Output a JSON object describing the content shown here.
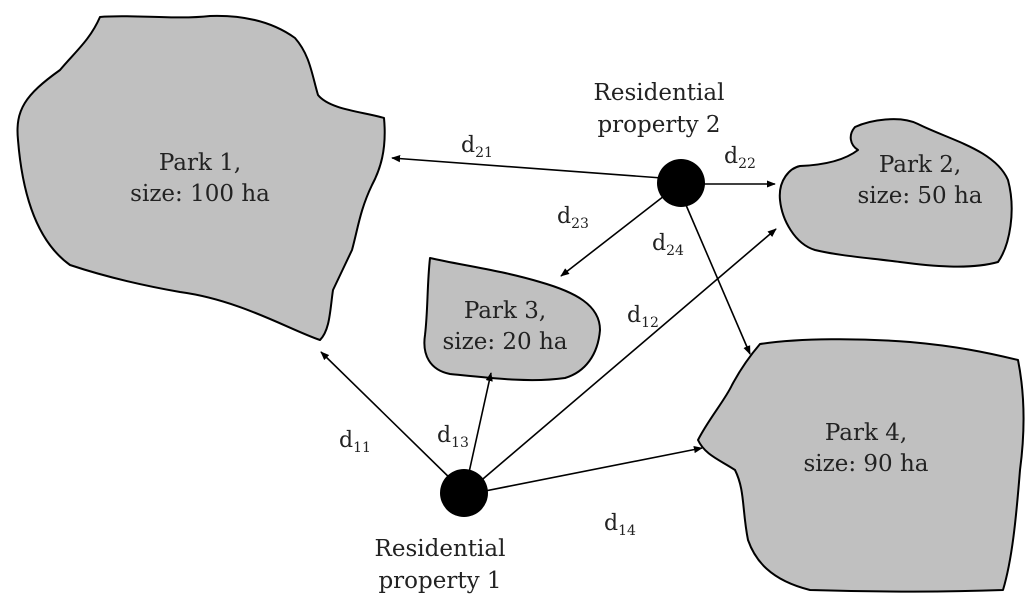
{
  "parks": [
    {
      "name": "Park 1,",
      "size": "size: 100 ha"
    },
    {
      "name": "Park 2,",
      "size": "size: 50 ha"
    },
    {
      "name": "Park 3,",
      "size": "size: 20 ha"
    },
    {
      "name": "Park 4,",
      "size": "size: 90 ha"
    }
  ],
  "properties": [
    {
      "line1": "Residential",
      "line2": "property 1"
    },
    {
      "line1": "Residential",
      "line2": "property 2"
    }
  ],
  "distances": {
    "d11": {
      "base": "d",
      "sub": "11"
    },
    "d12": {
      "base": "d",
      "sub": "12"
    },
    "d13": {
      "base": "d",
      "sub": "13"
    },
    "d14": {
      "base": "d",
      "sub": "14"
    },
    "d21": {
      "base": "d",
      "sub": "21"
    },
    "d22": {
      "base": "d",
      "sub": "22"
    },
    "d23": {
      "base": "d",
      "sub": "23"
    },
    "d24": {
      "base": "d",
      "sub": "24"
    }
  }
}
